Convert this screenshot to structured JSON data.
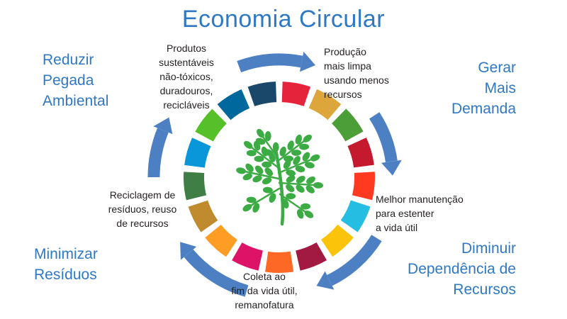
{
  "title": "Economia Circular",
  "colors": {
    "title_blue": "#2f78c3",
    "corner_blue": "#2f78c3",
    "dark_text": "#231f20",
    "arrow_blue": "#4c80c3",
    "plant_green": "#3cab44"
  },
  "corner_labels": [
    {
      "id": "reduzir",
      "text": "Reduzir\nPegada\nAmbiental"
    },
    {
      "id": "gerar",
      "text": "Gerar\nMais\nDemanda"
    },
    {
      "id": "diminuir",
      "text": "Diminuir\nDependência de\nRecursos"
    },
    {
      "id": "minimizar",
      "text": "Minimizar\nResíduos"
    }
  ],
  "cycle_labels": [
    {
      "id": "produtos",
      "text": "Produtos\nsustentáveis\nnão-tóxicos,\nduradouros,\nrecicláveis"
    },
    {
      "id": "producao",
      "text": "Produção\nmais limpa\nusando menos\nrecursos"
    },
    {
      "id": "melhor",
      "text": "Melhor manutenção\npara estenter\na vida útil"
    },
    {
      "id": "coleta",
      "text": "Coleta ao\nfim da vida útil,\nremanofatura"
    },
    {
      "id": "reciclagem",
      "text": "Reciclagem de\nresíduos, reuso\nde recursos"
    }
  ],
  "ring_colors": [
    "#E5243B",
    "#DDA63A",
    "#4C9F38",
    "#C5192D",
    "#FF3A21",
    "#26BDE2",
    "#FCC30B",
    "#A21942",
    "#FD6925",
    "#DD1367",
    "#FD9D24",
    "#BF8B2E",
    "#3F7E44",
    "#0A97D9",
    "#56C02B",
    "#00689D",
    "#19486A"
  ]
}
